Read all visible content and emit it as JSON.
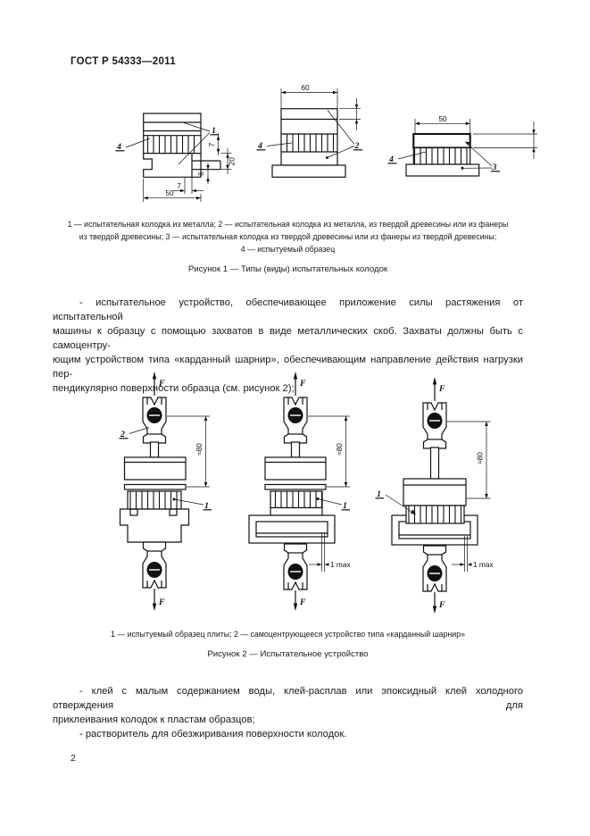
{
  "header": "ГОСТ Р 54333—2011",
  "page_number": "2",
  "fig1": {
    "label_1": "1",
    "label_2": "2",
    "label_3": "3",
    "label_4": "4",
    "dim_a_width": "50",
    "dim_a_specimen": "7",
    "dim_a_20": "20",
    "dim_a_6": "6",
    "dim_a_7": "7",
    "dim_b_width": "60",
    "dim_c_width": "50",
    "caption_line_1": "1 — испытательная колодка из металла; 2 — испытательная колодка из металла, из твердой древесины или из фанеры",
    "caption_line_2": "из твердой древесины; 3 — испытательная колодка из твердой древесины или из фанеры из твердой древесины;",
    "caption_line_3": "4 — испытуемый образец",
    "title": "Рисунок 1 — Типы (виды) испытательных колодок"
  },
  "para_device": {
    "lines": [
      "- испытательное устройство, обеспечивающее приложение силы растяжения от испытательной",
      "машины к образцу с помощью захватов в виде металлических скоб. Захваты должны быть с самоцентру-",
      "ющим устройством типа «карданный шарнир», обеспечивающим направление действия нагрузки пер-",
      "пендикулярно поверхности образца (см. рисунок 2);"
    ]
  },
  "fig2": {
    "force": "F",
    "dim_height": "≈80",
    "dim_gap": "1 max",
    "label_1": "1",
    "label_2": "2",
    "caption": "1 — испытуемый образец плиты; 2 — самоцентрующееся устройство типа «карданный шарнир»",
    "title": "Рисунок 2 — Испытательное устройство"
  },
  "para_glue": {
    "lines": [
      "- клей с малым содержанием воды, клей-расплав или эпоксидный клей холодного отверждения для",
      "приклеивания колодок к пластам образцов;",
      "- растворитель для обезжиривания поверхности колодок."
    ]
  }
}
